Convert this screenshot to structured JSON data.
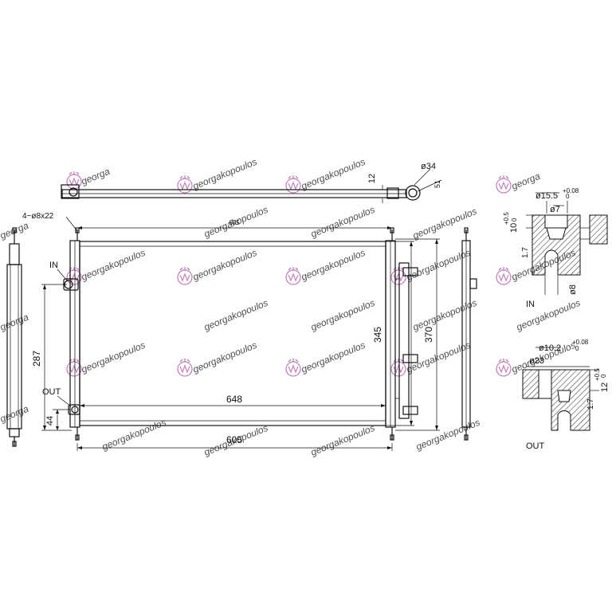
{
  "watermark": {
    "text": "georgakopoulos",
    "text_partial": "georga",
    "logo_text": "ΓΕΩΡΓΑΚΟΠΟΥΛΟΣ",
    "color": "#b05aa8"
  },
  "dimensions": {
    "top_width_small": "605",
    "mount_holes": "4−ø8x22",
    "core_width": "648",
    "overall_width": "605",
    "core_height": "345",
    "overall_height": "370",
    "in_height": "287",
    "out_height": "44",
    "top_tube_height": "12",
    "top_pipe_dia": "ø34",
    "top_small": "51"
  },
  "labels": {
    "in_main": "IN",
    "out_main": "OUT"
  },
  "detail_in": {
    "label": "IN",
    "dia_outer": "ø15.5",
    "dia_outer_tol_up": "+0.08",
    "dia_outer_tol_low": "0",
    "dia_inner": "ø7",
    "depth": "10",
    "depth_tol_up": "+0.5",
    "depth_tol_low": "0",
    "chamfer": "1.7",
    "bore": "ø8"
  },
  "detail_out": {
    "label": "OUT",
    "dia_outer": "ø10.2",
    "dia_outer_tol_up": "+0.08",
    "dia_outer_tol_low": "0",
    "dia_flange": "ø23",
    "depth": "12",
    "depth_tol_up": "+0.5",
    "depth_tol_low": "0",
    "chamfer": "1.7"
  }
}
